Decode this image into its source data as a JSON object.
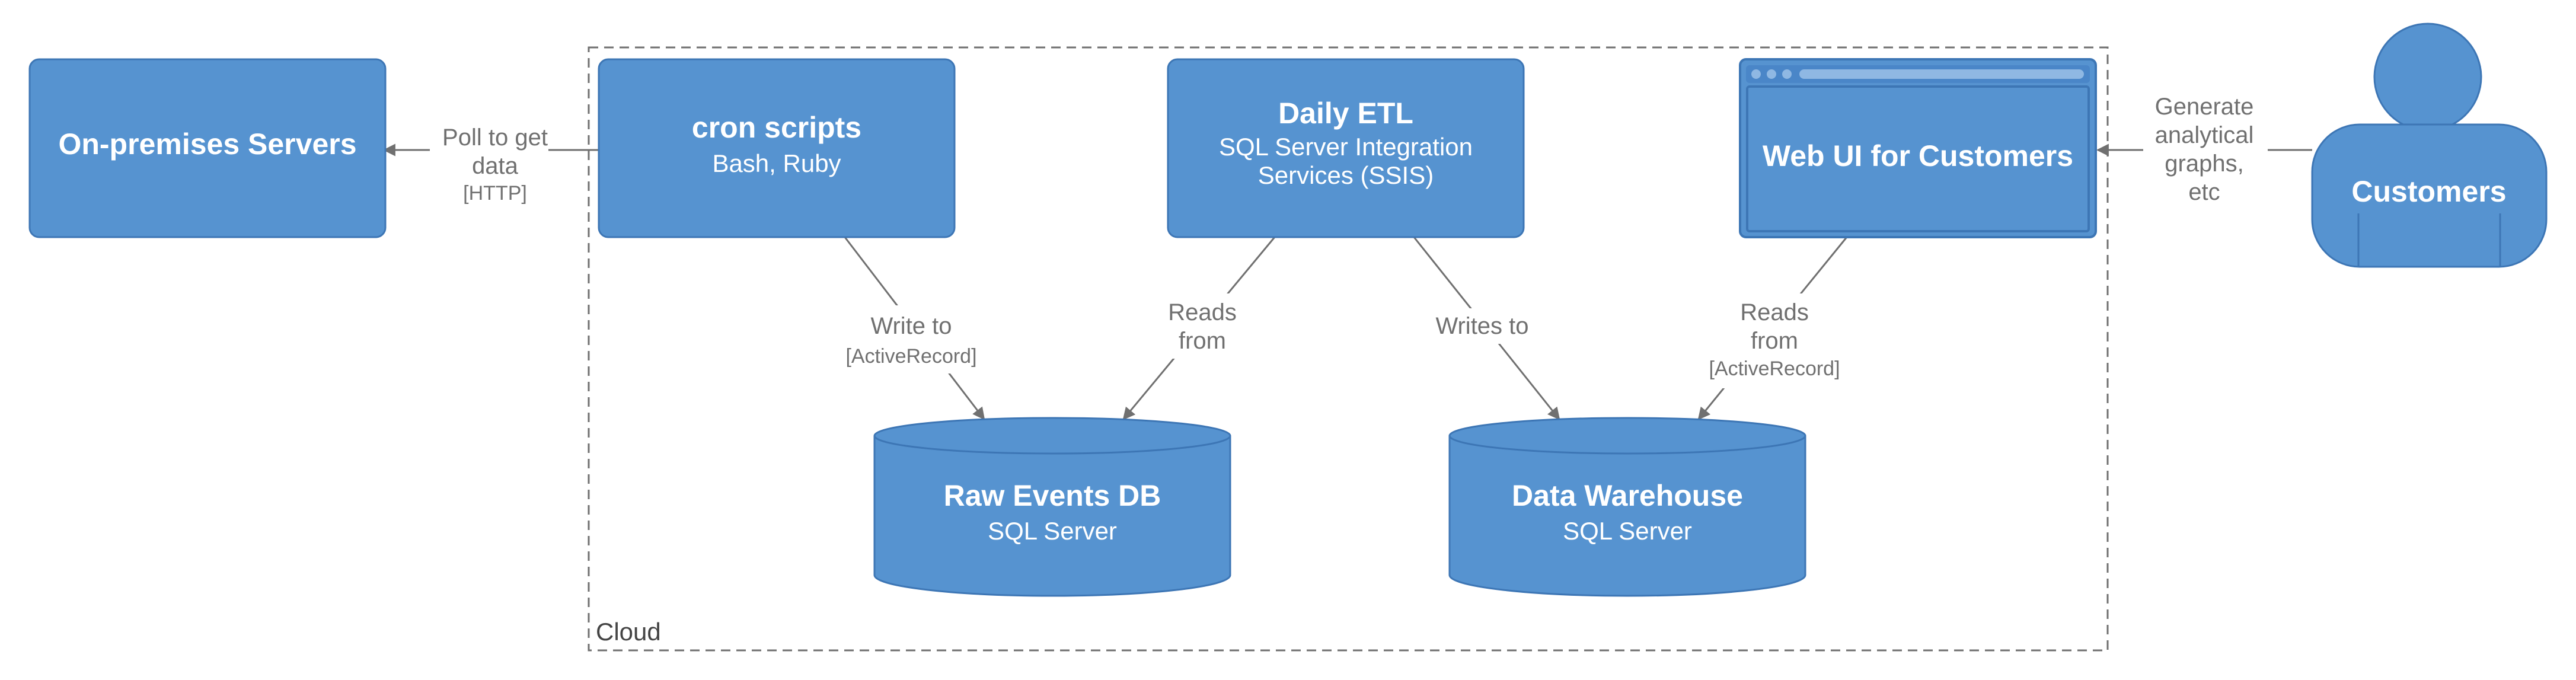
{
  "colors": {
    "node_fill": "#5693D0",
    "node_stroke": "#3D76B5",
    "edge": "#707070",
    "boundary": "#707070",
    "text_on_node": "#FFFFFF"
  },
  "boundary": {
    "label": "Cloud"
  },
  "nodes": {
    "onprem": {
      "title": "On-premises Servers"
    },
    "cron": {
      "title": "cron scripts",
      "tech": "Bash, Ruby"
    },
    "etl": {
      "title": "Daily ETL",
      "tech_line1": "SQL Server Integration",
      "tech_line2": "Services (SSIS)"
    },
    "webui": {
      "title": "Web UI for Customers",
      "icon": "browser-window-icon"
    },
    "customers": {
      "title": "Customers",
      "icon": "person-icon"
    },
    "rawdb": {
      "title": "Raw Events DB",
      "tech": "SQL Server"
    },
    "dw": {
      "title": "Data Warehouse",
      "tech": "SQL Server"
    }
  },
  "edges": {
    "poll": {
      "line1": "Poll to get",
      "line2": "data",
      "tech": "[HTTP]"
    },
    "write_to": {
      "line1": "Write to",
      "tech": "[ActiveRecord]"
    },
    "etl_reads": {
      "line1": "Reads",
      "line2": "from"
    },
    "writes_to": {
      "line1": "Writes to"
    },
    "ui_reads": {
      "line1": "Reads",
      "line2": "from",
      "tech": "[ActiveRecord]"
    },
    "generate": {
      "line1": "Generate",
      "line2": "analytical",
      "line3": "graphs,",
      "line4": "etc"
    }
  }
}
